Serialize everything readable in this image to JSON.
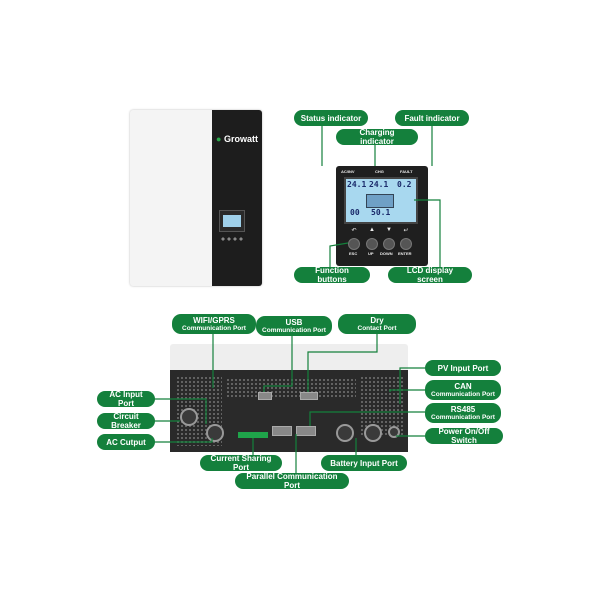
{
  "brand": "Growatt",
  "top_labels": {
    "status": "Status indicator",
    "fault": "Fault indicator",
    "charging": "Charging indicator",
    "function_buttons": "Function buttons",
    "lcd": "LCD display screen"
  },
  "panel": {
    "led_ac": "AC/INV",
    "led_chg": "CHG",
    "led_fault": "FAULT",
    "readout_1": "24.1",
    "readout_2": "24.1",
    "readout_3": "0.2",
    "readout_4": "00",
    "readout_5": "50.1",
    "btn_esc": "ESC",
    "btn_up": "UP",
    "btn_down": "DOWN",
    "btn_enter": "ENTER"
  },
  "bottom_labels": {
    "wifi_title": "WIFI/GPRS",
    "wifi_sub": "Communication Port",
    "usb_title": "USB",
    "usb_sub": "Communication Port",
    "dry_title": "Dry",
    "dry_sub": "Contact Port",
    "pv_input": "PV Input Port",
    "can_title": "CAN",
    "can_sub": "Communication Port",
    "rs485_title": "RS485",
    "rs485_sub": "Communication Port",
    "power_switch": "Power On/Off Switch",
    "ac_input": "AC Input Port",
    "breaker": "Circuit Breaker",
    "ac_output": "AC Cutput",
    "current_sharing": "Current Sharing Port",
    "battery_input": "Battery Input Port",
    "parallel_comm": "Parallel Communication Port"
  },
  "colors": {
    "accent": "#14803c",
    "unit_dark": "#1d1d1d",
    "lcd": "#a8d8ef"
  },
  "icons": [
    "arrow-left-icon",
    "triangle-up-icon",
    "triangle-down-icon",
    "enter-arrow-icon"
  ]
}
